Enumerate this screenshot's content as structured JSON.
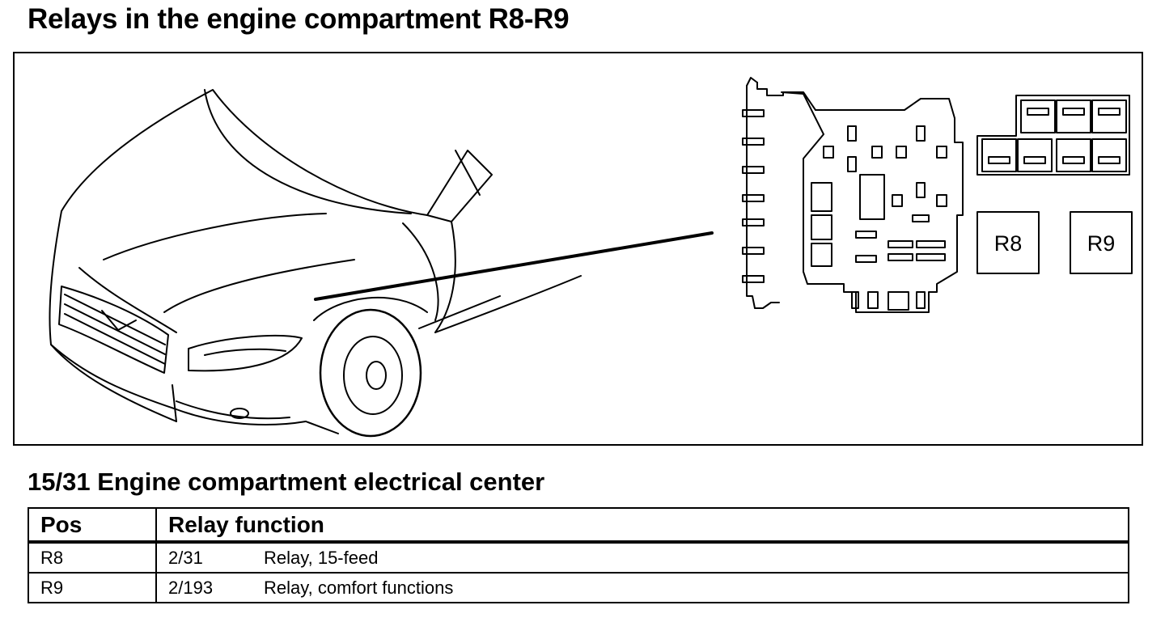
{
  "title": "Relays in the engine compartment R8-R9",
  "diagram": {
    "relay_labels": [
      "R8",
      "R9"
    ]
  },
  "section_title": "15/31 Engine compartment electrical center",
  "table": {
    "headers": [
      "Pos",
      "Relay function"
    ],
    "rows": [
      {
        "pos": "R8",
        "ref": "2/31",
        "function": "Relay, 15-feed"
      },
      {
        "pos": "R9",
        "ref": "2/193",
        "function": "Relay, comfort functions"
      }
    ]
  }
}
